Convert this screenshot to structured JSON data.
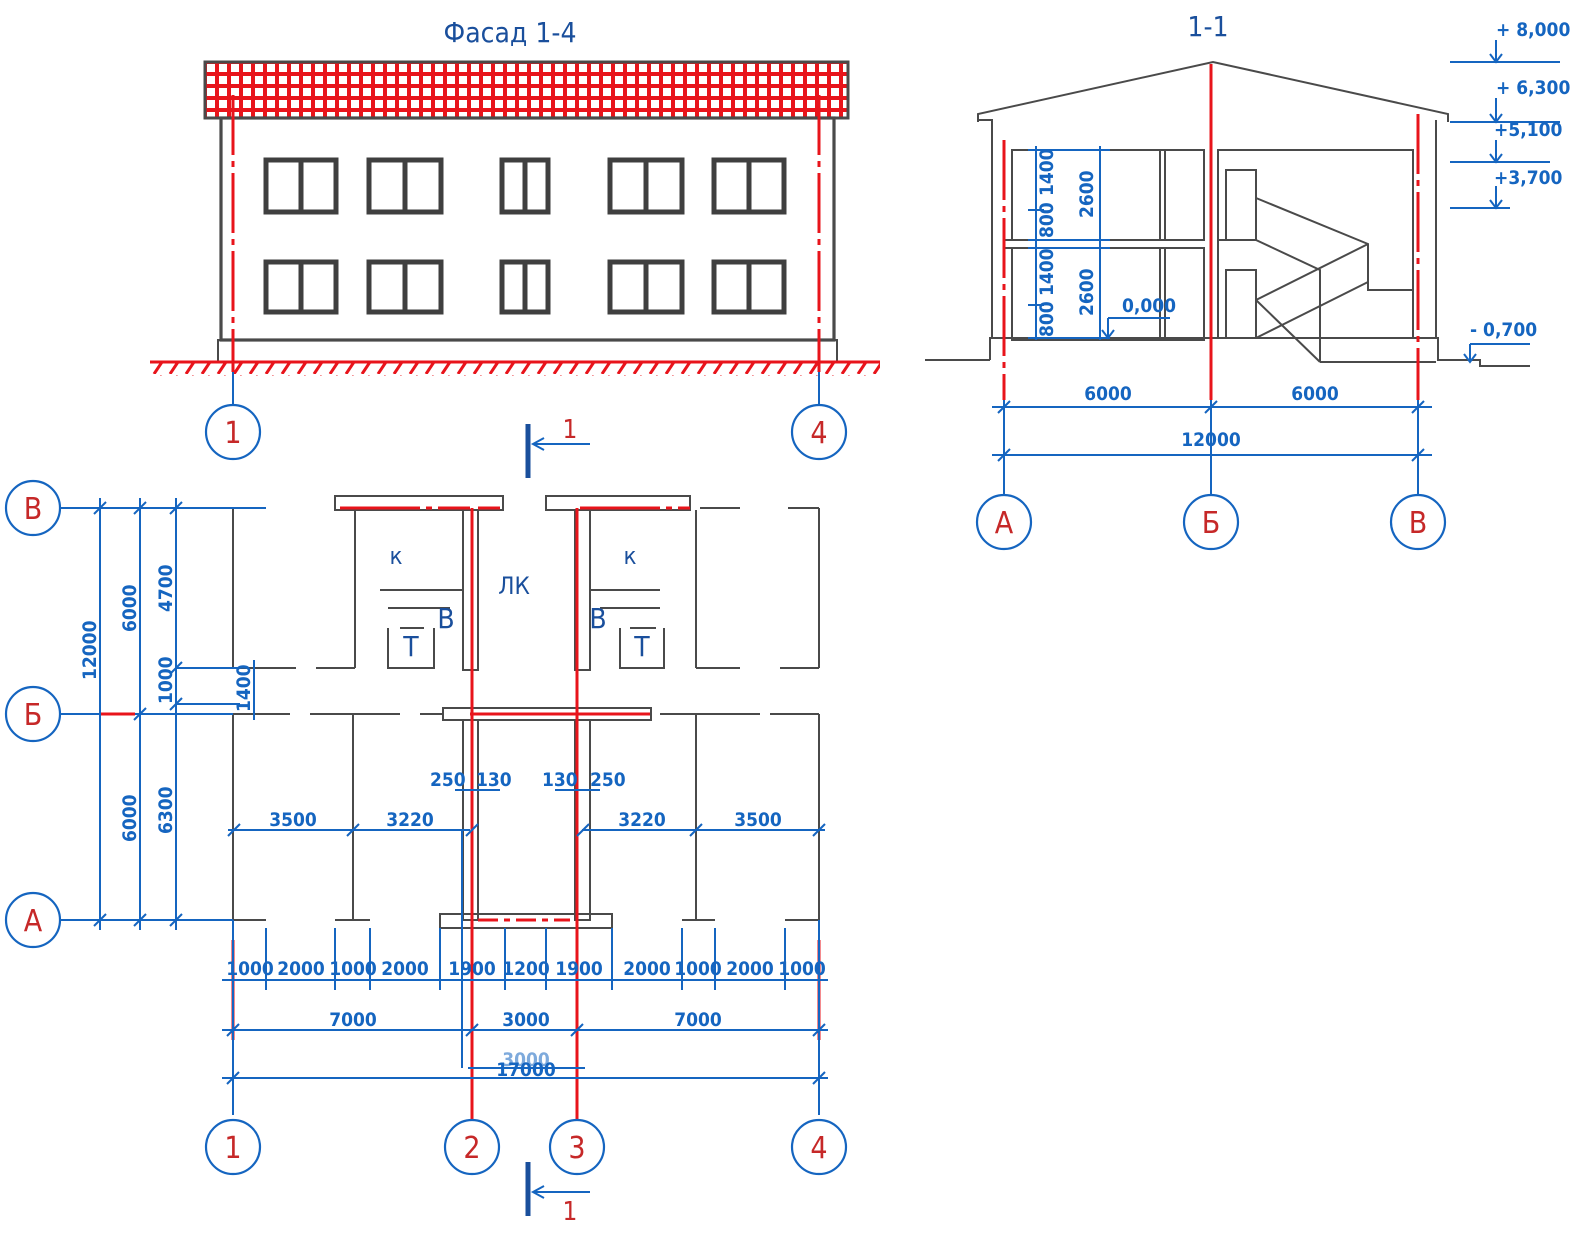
{
  "facade": {
    "title": "Фасад 1-4",
    "axes": [
      "1",
      "4"
    ]
  },
  "section": {
    "title": "1-1",
    "levels": [
      "+ 8,000",
      "+ 6,300",
      "+5,100",
      "+3,700",
      "0,000",
      "- 0,700"
    ],
    "dims_vertical": [
      "1400",
      "800",
      "2600",
      "1400",
      "800",
      "2600"
    ],
    "dims_horizontal": [
      "6000",
      "6000",
      "12000"
    ],
    "axes": [
      "А",
      "Б",
      "В"
    ]
  },
  "plan": {
    "section_mark": "1",
    "rooms": {
      "kitchen_left": "к",
      "kitchen_right": "к",
      "stair": "ЛК",
      "bath_left": "В",
      "bath_right": "В",
      "toilet_left": "Т",
      "toilet_right": "Т"
    },
    "axes_rows": [
      "В",
      "Б",
      "А"
    ],
    "axes_cols": [
      "1",
      "2",
      "3",
      "4"
    ],
    "dims_left": [
      "12000",
      "6000",
      "6000",
      "4700",
      "1000",
      "1400",
      "6300"
    ],
    "dims_inner": [
      "250",
      "130",
      "130",
      "250",
      "3500",
      "3220",
      "3220",
      "3500"
    ],
    "dims_bottom1": [
      "1000",
      "2000",
      "1000",
      "2000",
      "1900",
      "1200",
      "1900",
      "2000",
      "1000",
      "2000",
      "1000"
    ],
    "dims_bottom2": [
      "7000",
      "3000",
      "7000"
    ],
    "dims_bottom3": [
      "3000",
      "17000"
    ]
  }
}
